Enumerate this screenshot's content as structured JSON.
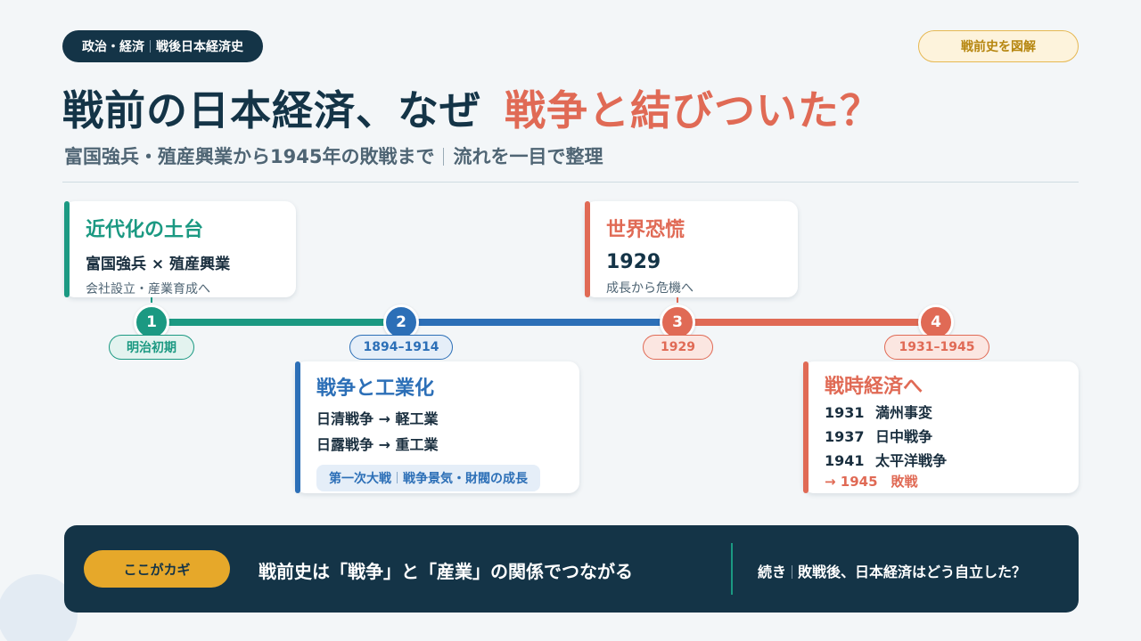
{
  "header": {
    "tag_left": "政治・経済",
    "tag_right": "戦後日本経済史",
    "badge": "戦前史を図解",
    "title_part1": "戦前の日本経済、なぜ",
    "title_part2": "戦争と結びついた？",
    "subtitle_left": "富国強兵・殖産興業から1945年の敗戦まで",
    "subtitle_right": "流れを一目で整理"
  },
  "colors": {
    "green": "#1b9982",
    "blue": "#2c6fb7",
    "red": "#e06a55",
    "navy": "#143447",
    "gold": "#e6a82a"
  },
  "timeline": {
    "nodes": [
      {
        "num": "1",
        "label": "明治初期"
      },
      {
        "num": "2",
        "label": "1894–1914"
      },
      {
        "num": "3",
        "label": "1929"
      },
      {
        "num": "4",
        "label": "1931–1945"
      }
    ]
  },
  "cards": {
    "c1": {
      "title": "近代化の土台",
      "line": "富国強兵 × 殖産興業",
      "sub": "会社設立・産業育成へ"
    },
    "c2": {
      "title": "戦争と工業化",
      "line1": "日清戦争 → 軽工業",
      "line2": "日露戦争 → 重工業",
      "chip_left": "第一次大戦",
      "chip_right": "戦争景気・財閥の成長"
    },
    "c3": {
      "title": "世界恐慌",
      "year": "1929",
      "sub": "成長から危機へ"
    },
    "c4": {
      "title": "戦時経済へ",
      "rows": [
        {
          "year": "1931",
          "event": "満州事変"
        },
        {
          "year": "1937",
          "event": "日中戦争"
        },
        {
          "year": "1941",
          "event": "太平洋戦争"
        }
      ],
      "end": "→ 1945　敗戦"
    }
  },
  "bottom": {
    "key_label": "ここがカギ",
    "message": "戦前史は「戦争」と「産業」の関係でつながる",
    "next_left": "続き",
    "next_right": "敗戦後、日本経済はどう自立した？"
  }
}
